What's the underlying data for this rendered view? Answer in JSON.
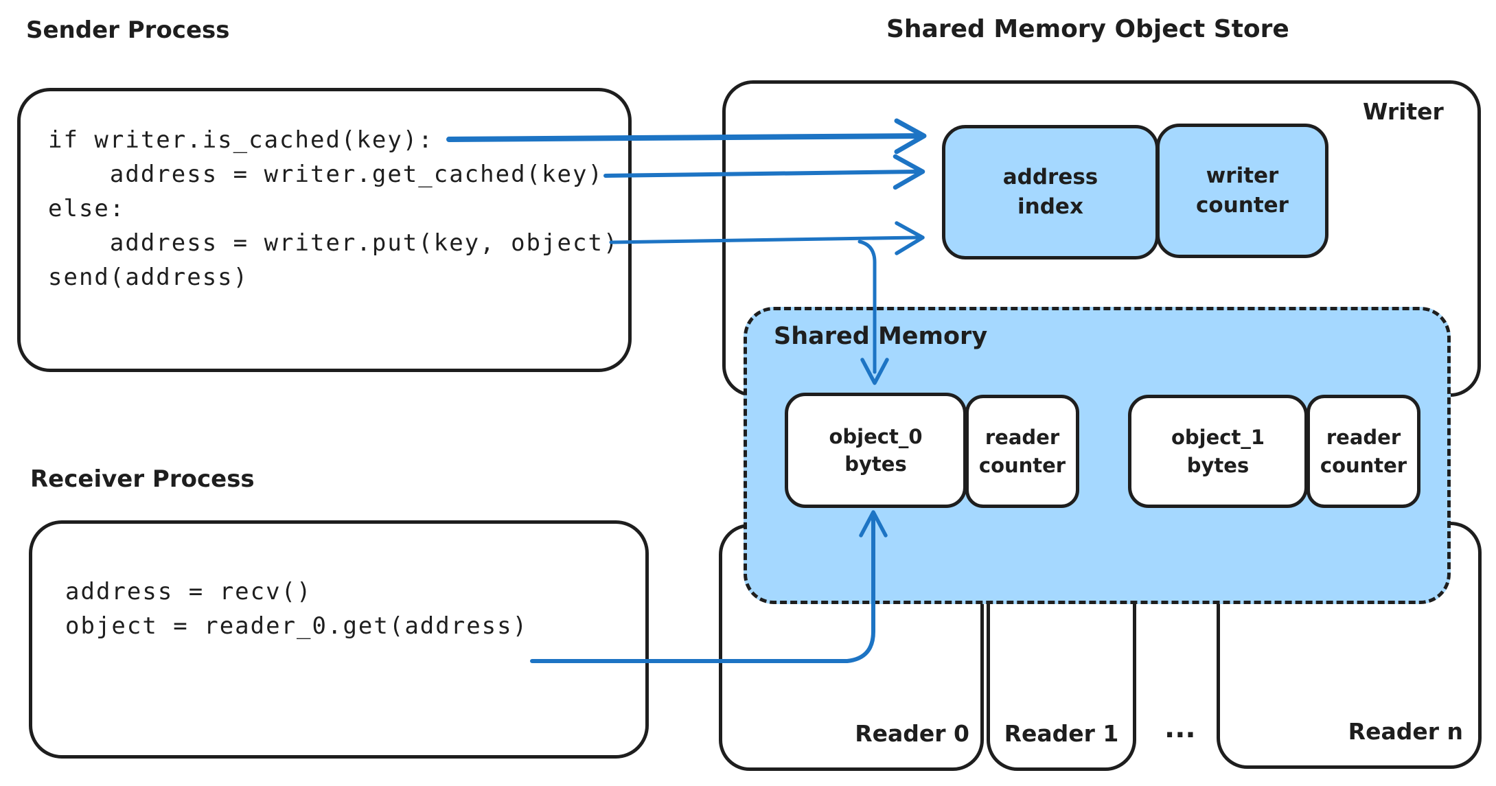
{
  "colors": {
    "stroke": "#1e1e1e",
    "fill_blue": "#a5d8ff",
    "arrow_blue": "#1d74c4",
    "background": "#ffffff"
  },
  "title": "Shared Memory Object Store",
  "sender": {
    "label": "Sender Process",
    "code_lines": [
      "if writer.is_cached(key):",
      "    address = writer.get_cached(key)",
      "else:",
      "    address = writer.put(key, object)",
      "",
      "send(address)"
    ]
  },
  "receiver": {
    "label": "Receiver Process",
    "code_lines": [
      "address = recv()",
      "",
      "object = reader_0.get(address)"
    ]
  },
  "store": {
    "writer_label": "Writer",
    "address_index_label": "address\nindex",
    "writer_counter_label": "writer\ncounter",
    "shared_memory": {
      "label": "Shared Memory",
      "slots": [
        {
          "object_label": "object_0\nbytes",
          "counter_label": "reader\ncounter"
        },
        {
          "object_label": "object_1\nbytes",
          "counter_label": "reader\ncounter"
        }
      ]
    },
    "readers": {
      "reader0": "Reader 0",
      "reader1": "Reader 1",
      "ellipsis": "...",
      "readern": "Reader n"
    }
  }
}
